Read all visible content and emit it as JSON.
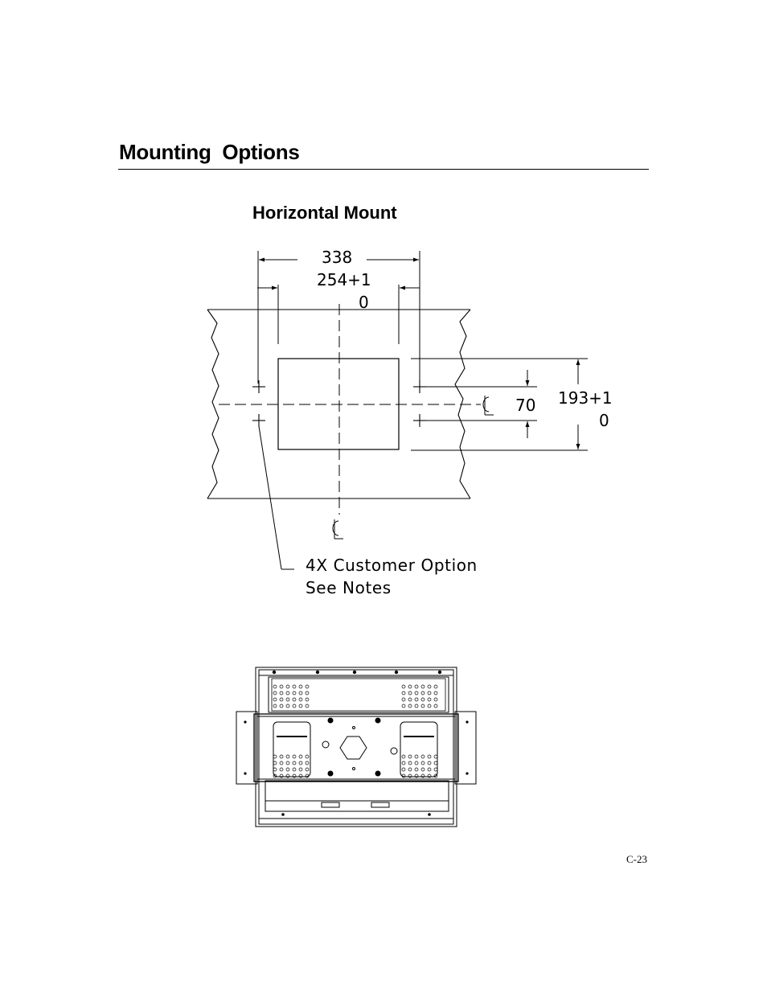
{
  "header": {
    "section_title": "Mounting  Options",
    "subsection_title": "Horizontal Mount"
  },
  "drawing": {
    "dim_overall_width": "338",
    "dim_cutout_width_line1": "254+1",
    "dim_cutout_width_line2": "0",
    "dim_hole_spacing": "70",
    "dim_cutout_height_line1": "193+1",
    "dim_cutout_height_line2": "0",
    "callout_line1": "4X Customer Option",
    "callout_line2": "See Notes"
  },
  "footer": {
    "page_number": "C-23"
  }
}
